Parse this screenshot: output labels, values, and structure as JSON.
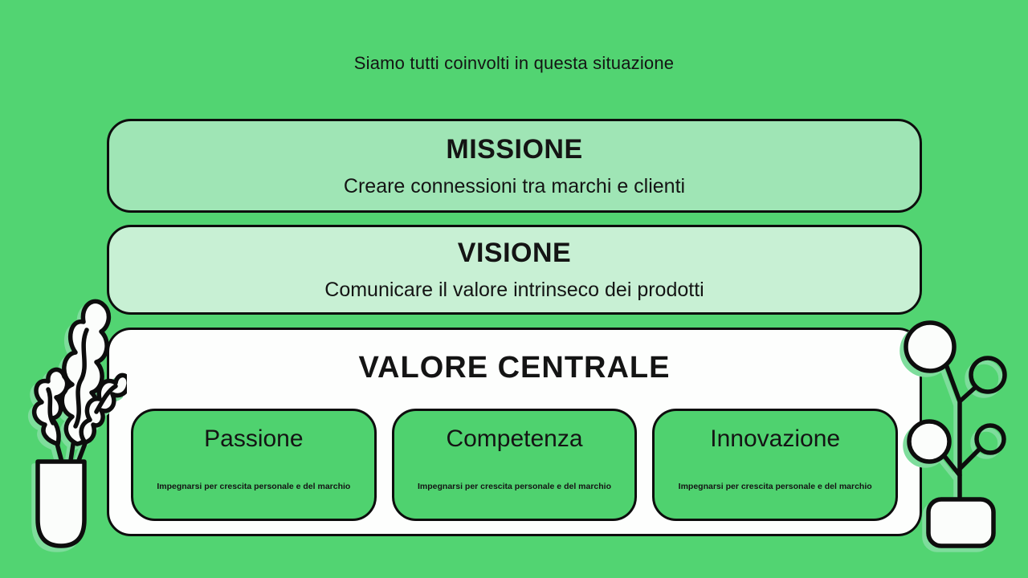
{
  "colors": {
    "background": "#52d472",
    "missione-bg": "#9fe5b5",
    "visione-bg": "#c8f0d4",
    "panel-bg": "#fdfefd",
    "card-bg": "#4fd26f",
    "outline": "#0d0d0d",
    "text": "#141414",
    "shadow-green": "#7edd9c"
  },
  "header": {
    "title": "Siamo tutti coinvolti in questa situazione"
  },
  "missione": {
    "title": "MISSIONE",
    "subtitle": "Creare connessioni tra marchi e clienti"
  },
  "visione": {
    "title": "VISIONE",
    "subtitle": "Comunicare il valore intrinseco dei prodotti"
  },
  "valore": {
    "title": "VALORE CENTRALE",
    "items": [
      {
        "title": "Passione",
        "description": "Impegnarsi per crescita personale e del marchio"
      },
      {
        "title": "Competenza",
        "description": "Impegnarsi per crescita personale e del marchio"
      },
      {
        "title": "Innovazione",
        "description": "Impegnarsi per crescita personale e del marchio"
      }
    ]
  },
  "decorations": {
    "left": "potted-plant-wavy-leaves-illustration",
    "right": "potted-plant-round-leaves-illustration"
  }
}
